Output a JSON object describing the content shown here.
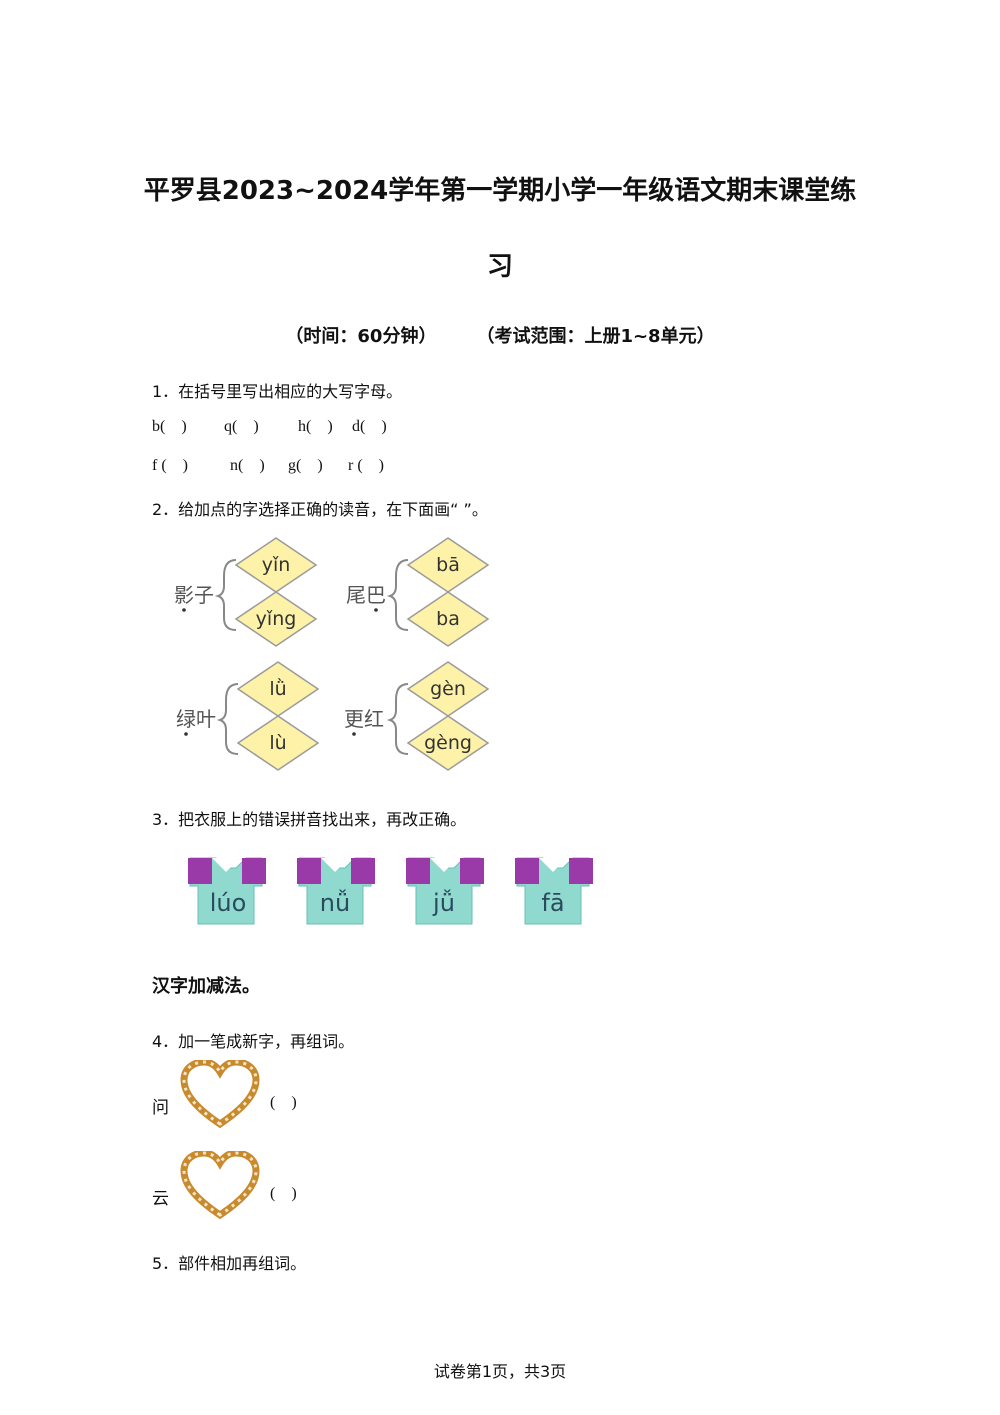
{
  "header": {
    "title_line1": "平罗县2023~2024学年第一学期小学一年级语文期末课堂练",
    "title_line2": "习",
    "time": "（时间：60分钟）",
    "scope": "（考试范围：上册1~8单元）"
  },
  "q1": {
    "prompt": "1．在括号里写出相应的大写字母。",
    "row1": [
      "b(    )",
      "q(    )",
      "h(    )",
      "d(    )"
    ],
    "row2": [
      "f (    )",
      "n(    )",
      "g(    )",
      "r (    )"
    ]
  },
  "q2": {
    "prompt": "2．给加点的字选择正确的读音，在下面画“ ”。",
    "groups": [
      {
        "word": "影子",
        "options": [
          "yǐn",
          "yǐng"
        ]
      },
      {
        "word": "尾巴",
        "options": [
          "bā",
          "ba"
        ]
      },
      {
        "word": "绿叶",
        "options": [
          "lǜ",
          "lù"
        ]
      },
      {
        "word": "更红",
        "options": [
          "gèn",
          "gèng"
        ]
      }
    ]
  },
  "q3": {
    "prompt": "3．把衣服上的错误拼音找出来，再改正确。",
    "shirts": [
      "lúo",
      "nǚ",
      "jǚ",
      "fā"
    ]
  },
  "section": {
    "title": "汉字加减法。"
  },
  "q4": {
    "prompt": "4．加一笔成新字，再组词。",
    "items": [
      {
        "char": "问",
        "paren": "(    )"
      },
      {
        "char": "云",
        "paren": "(    )"
      }
    ]
  },
  "q5": {
    "prompt": "5．部件相加再组词。"
  },
  "footer": {
    "page": "试卷第1页，共3页"
  },
  "colors": {
    "diamond_fill": "#fdf2a8",
    "diamond_stroke": "#9a9a9a",
    "shirt_body": "#8fd9cf",
    "shirt_sleeve": "#9a3aa8",
    "heart": "#c98a2e"
  }
}
